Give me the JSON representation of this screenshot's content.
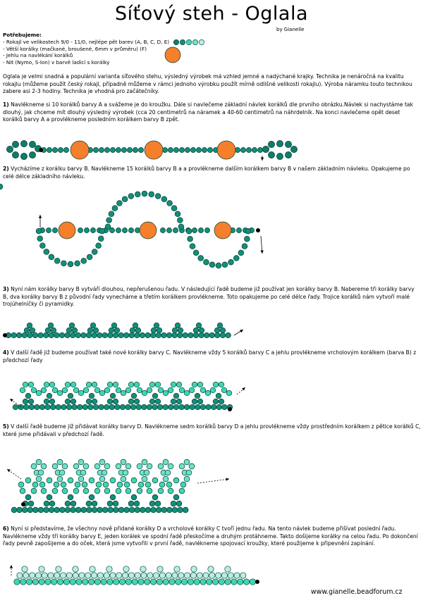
{
  "title": "Síťový steh - Oglala",
  "author": "by Gianelle",
  "requirements": {
    "heading": "Potřebujeme:",
    "items": [
      "- Rokajl ve velikostech 9/0 - 11/0, nejlépe pět barev (A, B, C, D, E)",
      "- Větší korálky (mačkané, broušené, 6mm v průměru) (F)",
      "- Jehlu na navlékání korálků",
      "- Nit (Nymo, S-lon) v barvě ladící s korálky"
    ]
  },
  "intro": "Oglala je velmi snadná a populární varianta síťového stehu, výsledný výrobek má vzhled jemné a nadýchané krajky. Technika je nenáročná na kvalitu rokajlu (můžeme použít český rokajl, případně můžeme v rámci jednoho výrobku použít mírně odlišné velikosti rokajlu). Výroba náramku touto technikou zabere asi 2-3 hodiny. Technika je vhodná pro začátečníky.",
  "steps": [
    {
      "num": "1)",
      "text": " Navlékneme si 10 korálků barvy A a svážeme je do kroužku. Dále si navlečeme základní návlek korálků dle prvního obrázku.Návlek si nachystáme tak dlouhý, jak chceme mít dlouhý výsledný výrobek (cca 20 centimetrů na náramek a 40-60 centimetrů na náhrdelník. Na konci navlečeme opět deset korálků barvy A a provlékneme posledním korálkem barvy B zpět."
    },
    {
      "num": "2)",
      "text": " Vycházíme z korálku barvy B. Navlékneme 15 korálků barvy B a a provlékneme dalším korálkem barvy B v našem základním návleku. Opakujeme po celé délce základního návleku."
    },
    {
      "num": "3)",
      "text": " Nyní nám korálky barvy B vytváří dlouhou, nepřerušenou řadu. V následující řadě budeme již používat jen korálky barvy B. Nabereme tři korálky barvy B, dva korálky barvy B z původní řady vynecháme a třetím korálkem provlékneme. Toto opakujeme po celé délce řady. Trojice korálků nám vytvoří malé trojúhelníčky či pyramidky."
    },
    {
      "num": "4)",
      "text": " V další řadě již budeme používat také nové korálky barvy C. Navlékneme vždy 5 korálků barvy C a jehlu provlékneme vrcholovým korálkem (barva B) z předchozí řady"
    },
    {
      "num": "5)",
      "text": " V další řadě budeme již přidávat korálky barvy D. Navlékneme sedm korálků barvy D a jehlu provlékneme vždy prostředním korálkem z pětice korálků C, které jsme přidávali v předchozí řadě."
    },
    {
      "num": "6)",
      "text": " Nyní si představíme, že všechny nově přidané korálky D a vrcholové korálky C tvoří jednu řadu. Na tento návlek budeme přišívat poslední řadu. Navlékneme vždy tři korálky barvy E, jeden korálek ve spodní řadě přeskočíme a druhým protáhneme. Takto došijeme korálky na celou řadu. Po dokončení řady pevně zapošijeme a do oček, která jsme vytvořili v první řadě, navlékneme spojovací kroužky, které použijeme k připevnění zapínání."
    }
  ],
  "footer": "www.gianelle.beadforum.cz",
  "colors": {
    "A": "#0f7d68",
    "B": "#138f78",
    "C": "#3fd6b4",
    "D": "#6ce3c8",
    "E": "#b6f0e2",
    "F": "#f57f2a",
    "outline": "#063d33",
    "thread": "#000000"
  }
}
